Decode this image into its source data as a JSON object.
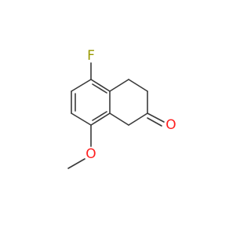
{
  "molecule": {
    "atoms": {
      "fluorine": {
        "symbol": "F",
        "color": "#999900"
      },
      "oxygen_methoxy": {
        "symbol": "O",
        "color": "#ff1f1f"
      },
      "oxygen_ketone": {
        "symbol": "O",
        "color": "#ff1f1f"
      }
    }
  }
}
